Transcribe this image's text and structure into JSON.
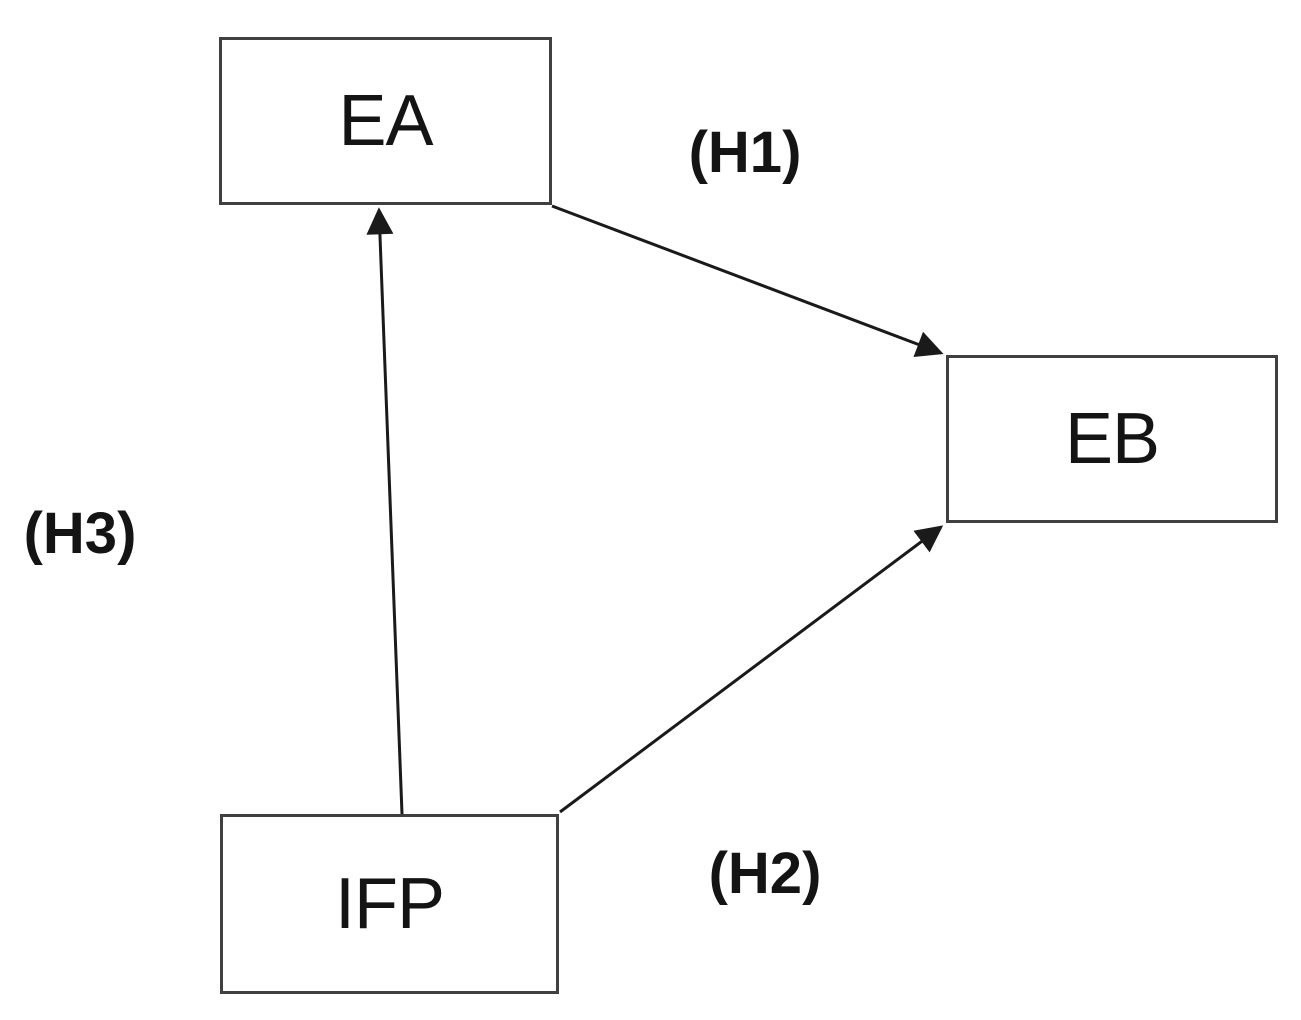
{
  "diagram": {
    "background_color": "#ffffff",
    "box_border_color": "#404040",
    "arrow_color": "#1a1a1a",
    "text_color": "#141414",
    "nodes": [
      {
        "id": "ea",
        "label": "EA"
      },
      {
        "id": "eb",
        "label": "EB"
      },
      {
        "id": "ifp",
        "label": "IFP"
      }
    ],
    "edges": [
      {
        "id": "h1",
        "label": "(H1)",
        "from": "EA",
        "to": "EB"
      },
      {
        "id": "h2",
        "label": "(H2)",
        "from": "IFP",
        "to": "EB"
      },
      {
        "id": "h3",
        "label": "(H3)",
        "from": "IFP",
        "to": "EA"
      }
    ]
  }
}
